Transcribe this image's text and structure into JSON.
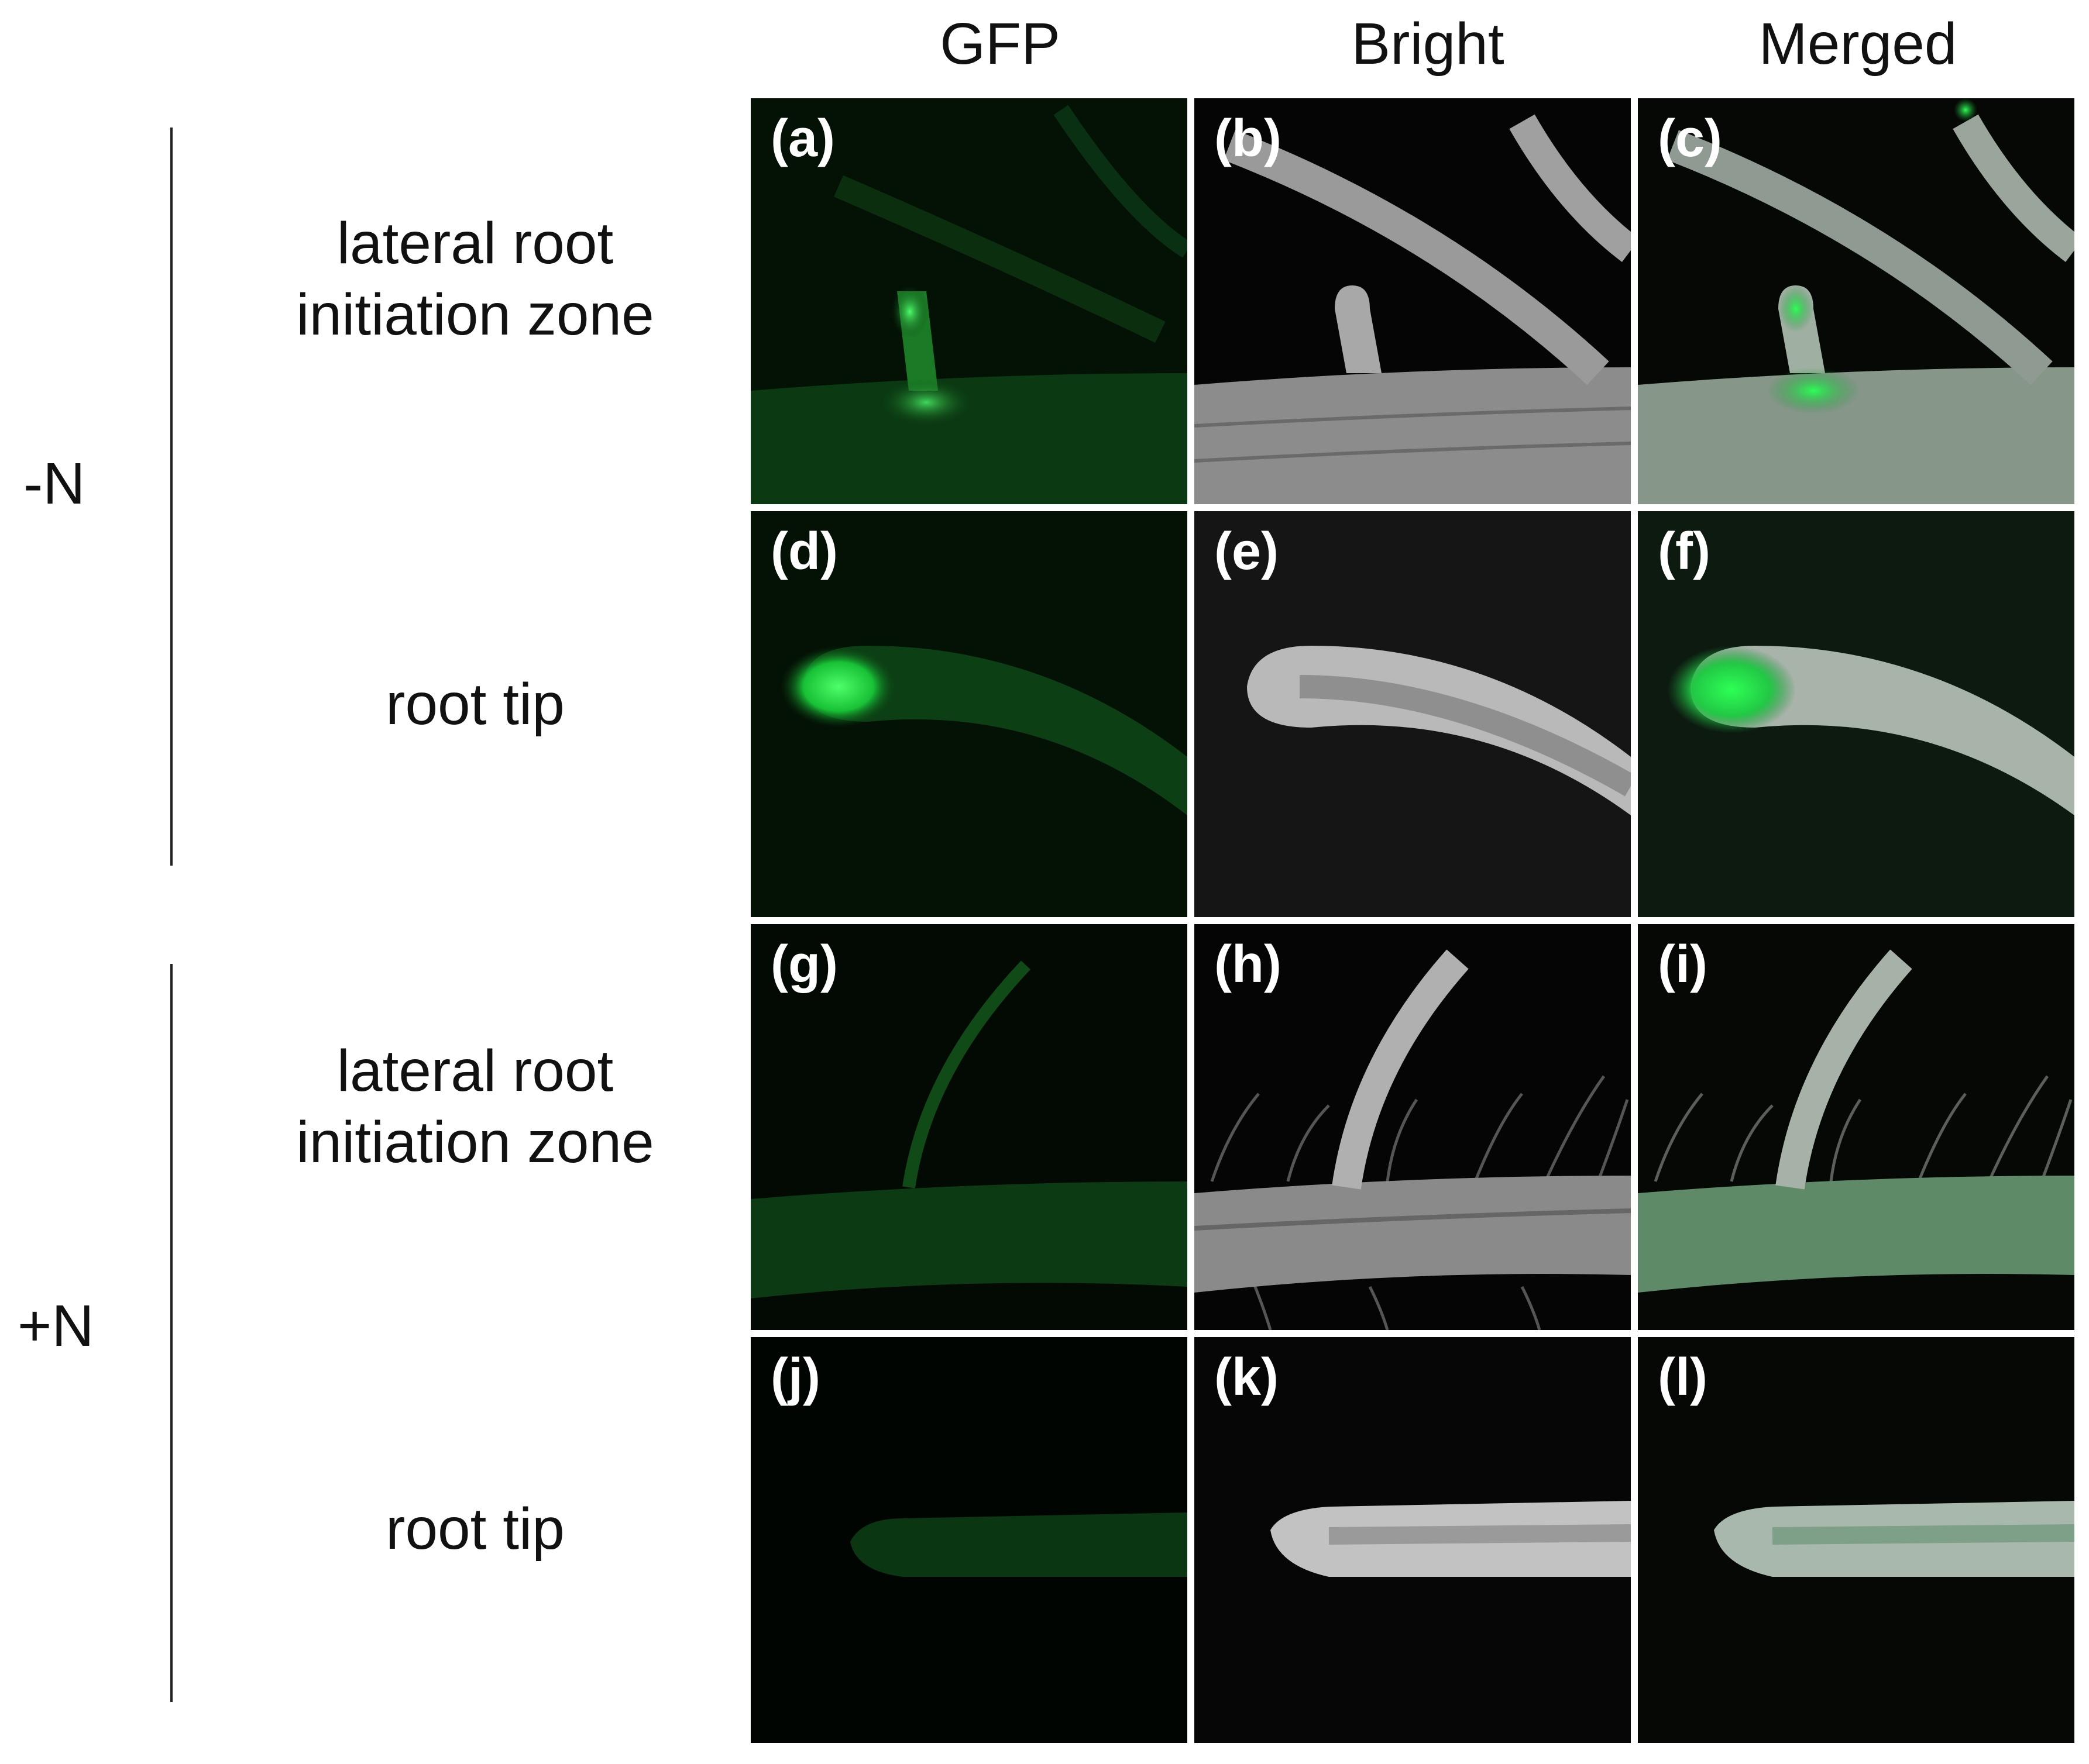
{
  "columns": [
    "GFP",
    "Bright",
    "Merged"
  ],
  "conditions": [
    {
      "label": "-N",
      "rows": [
        {
          "label_line1": "lateral root",
          "label_line2": "initiation zone",
          "panels": [
            "(a)",
            "(b)",
            "(c)"
          ]
        },
        {
          "label_line1": "root tip",
          "label_line2": "",
          "panels": [
            "(d)",
            "(e)",
            "(f)"
          ]
        }
      ]
    },
    {
      "label": "+N",
      "rows": [
        {
          "label_line1": "lateral root",
          "label_line2": "initiation zone",
          "panels": [
            "(g)",
            "(h)",
            "(i)"
          ]
        },
        {
          "label_line1": "root tip",
          "label_line2": "",
          "panels": [
            "(j)",
            "(k)",
            "(l)"
          ]
        }
      ]
    }
  ],
  "colors": {
    "gfp": "#22e04a",
    "bright": "#c8c8c8",
    "background": "#000000"
  }
}
